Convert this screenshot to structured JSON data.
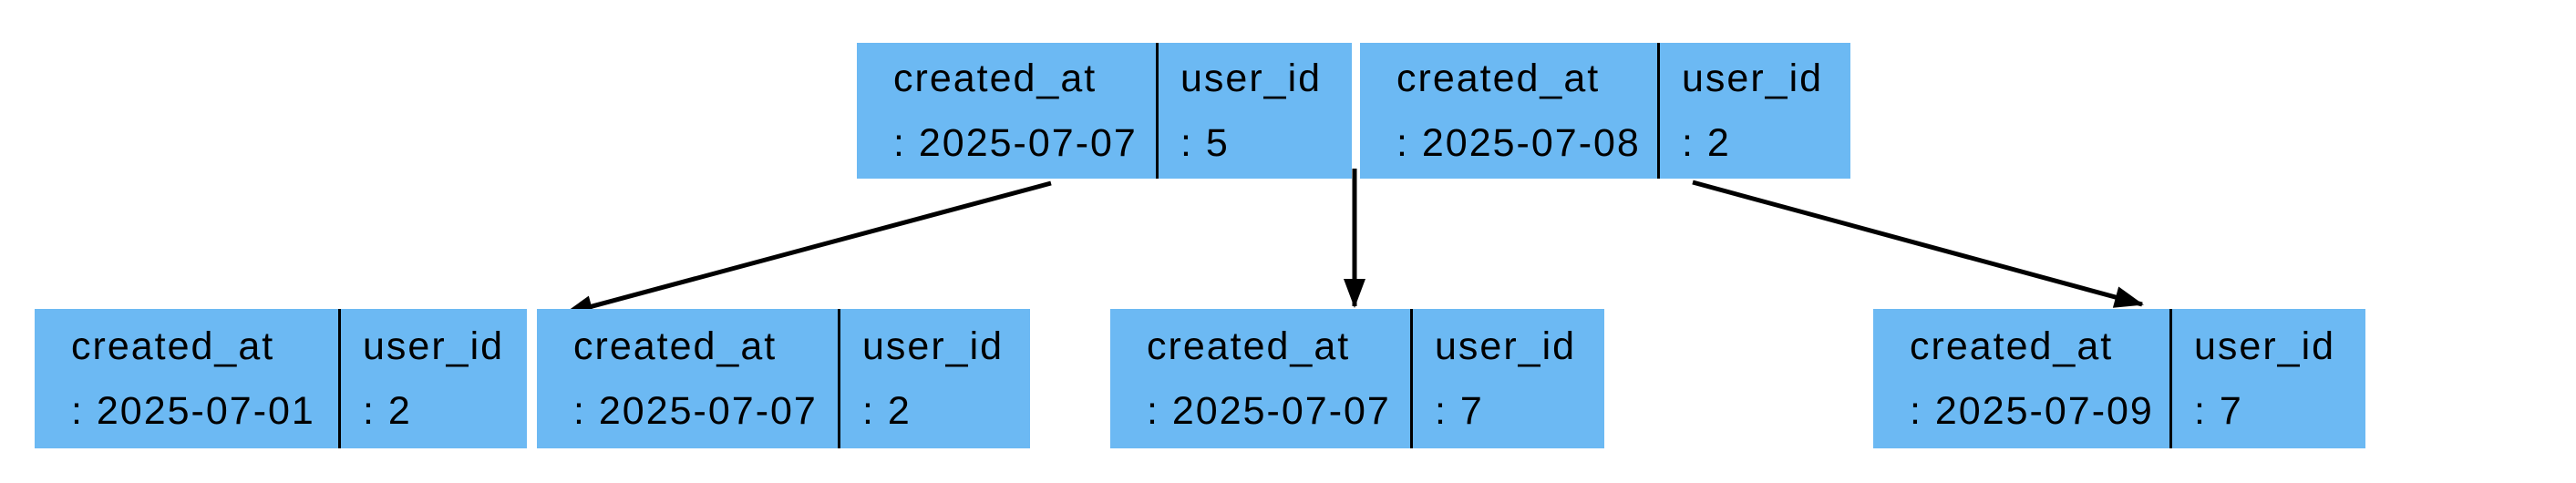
{
  "diagram": {
    "type": "btree-index-diagram",
    "background_color": "#ffffff",
    "node_fill_color": "#6cb9f3",
    "divider_color": "#000000",
    "arrow_color": "#000000",
    "text_color": "#000000",
    "nodes": {
      "root_left": {
        "cells": [
          {
            "field": "created_at",
            "value": ": 2025-07-07"
          },
          {
            "field": "user_id",
            "value": ": 5"
          }
        ]
      },
      "root_right": {
        "cells": [
          {
            "field": "created_at",
            "value": ": 2025-07-08"
          },
          {
            "field": "user_id",
            "value": ": 2"
          }
        ]
      },
      "leaf_1": {
        "cells": [
          {
            "field": "created_at",
            "value": ": 2025-07-01"
          },
          {
            "field": "user_id",
            "value": ": 2"
          }
        ]
      },
      "leaf_2": {
        "cells": [
          {
            "field": "created_at",
            "value": ": 2025-07-07"
          },
          {
            "field": "user_id",
            "value": ": 2"
          }
        ]
      },
      "leaf_3": {
        "cells": [
          {
            "field": "created_at",
            "value": ": 2025-07-07"
          },
          {
            "field": "user_id",
            "value": ": 7"
          }
        ]
      },
      "leaf_4": {
        "cells": [
          {
            "field": "created_at",
            "value": ": 2025-07-09"
          },
          {
            "field": "user_id",
            "value": ": 7"
          }
        ]
      }
    },
    "edges": [
      {
        "from": "root_left",
        "to": "leaf_2"
      },
      {
        "from": "root_left_right_gap",
        "to": "leaf_3"
      },
      {
        "from": "root_right",
        "to": "leaf_4"
      }
    ]
  }
}
